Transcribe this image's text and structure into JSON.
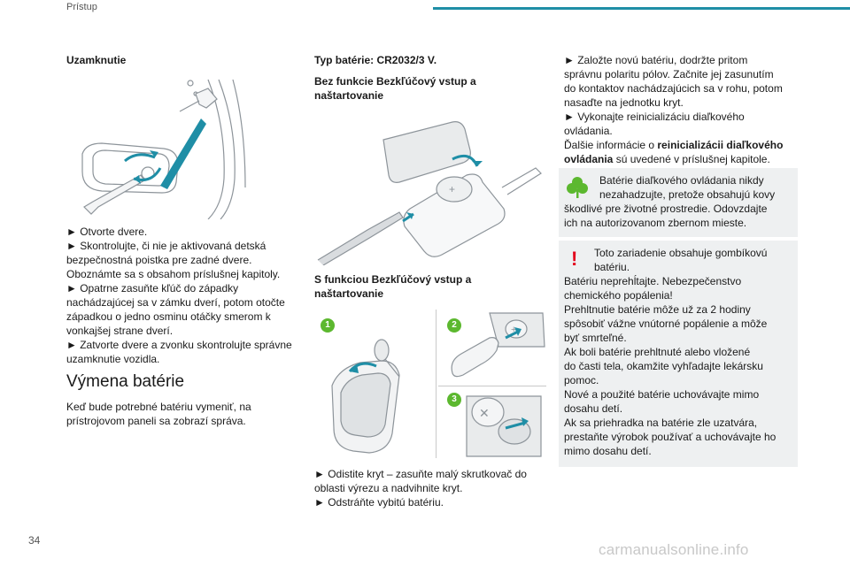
{
  "header": {
    "section": "Prístup",
    "accent_color": "#1f8ea6"
  },
  "page_number": "34",
  "watermark": "carmanualsonline.info",
  "col1": {
    "locking_title": "Uzamknutie",
    "locking_lines": [
      "► Otvorte dvere.",
      "► Skontrolujte, či nie je aktivovaná detská",
      "bezpečnostná poistka pre zadné dvere.",
      "Oboznámte sa s obsahom príslušnej kapitoly.",
      "► Opatrne zasuňte kľúč do západky",
      "nachádzajúcej sa v zámku dverí, potom otočte",
      "západkou o jedno osminu otáčky smerom k",
      "vonkajšej strane dverí.",
      "► Zatvorte dvere a zvonku skontrolujte správne",
      "uzamknutie vozidla."
    ],
    "battery_heading": "Výmena batérie",
    "battery_lines": [
      "Keď bude potrebné batériu vymeniť, na",
      "prístrojovom paneli sa zobrazí správa."
    ]
  },
  "col2": {
    "battery_type": "Typ batérie: CR2032/3 V.",
    "without_keyless": [
      "Bez funkcie Bezkľúčový vstup a",
      "naštartovanie"
    ],
    "with_keyless": [
      "S funkciou Bezkľúčový vstup a",
      "naštartovanie"
    ],
    "step_badges": [
      "1",
      "2",
      "3"
    ],
    "bottom_lines": [
      "► Odistite kryt – zasuňte malý skrutkovač do",
      "oblasti výrezu a nadvihnite kryt.",
      "► Odstráňte vybitú batériu."
    ]
  },
  "col3": {
    "lines": [
      "► Založte novú batériu, dodržte pritom",
      "správnu polaritu pólov. Začnite jej zasunutím",
      "do kontaktov nachádzajúcich sa v rohu, potom",
      "nasaďte na jednotku kryt.",
      "► Vykonajte reinicializáciu diaľkového",
      "ovládania."
    ],
    "more_info_prefix": "Ďalšie informácie o",
    "more_info_bold_1": "reinicializácii diaľkového",
    "more_info_bold_2": "ovládania",
    "more_info_suffix": "sú uvedené v príslušnej kapitole.",
    "eco_box": {
      "color": "#5cb82f",
      "lines": [
        "Batérie diaľkového ovládania nikdy",
        "nezahadzujte, pretože obsahujú kovy",
        "škodlivé pre životné prostredie. Odovzdajte",
        "ich na autorizovanom zbernom mieste."
      ]
    },
    "warning_box": {
      "color": "#e3001b",
      "symbol": "!",
      "lines": [
        "Toto zariadenie obsahuje gombíkovú",
        "batériu.",
        "Batériu neprehĺtajte. Nebezpečenstvo",
        "chemického popálenia!",
        "Prehltnutie batérie môže už za 2 hodiny",
        "spôsobiť vážne vnútorné popálenie a môže",
        "byť smrteľné.",
        "Ak boli batérie prehltnuté alebo vložené",
        "do časti tela, okamžite vyhľadajte lekársku",
        "pomoc.",
        "Nové a použité batérie uchovávajte mimo",
        "dosahu detí.",
        "Ak sa priehradka na batérie zle uzatvára,",
        "prestaňte výrobok používať a uchovávajte ho",
        "mimo dosahu detí."
      ]
    }
  }
}
